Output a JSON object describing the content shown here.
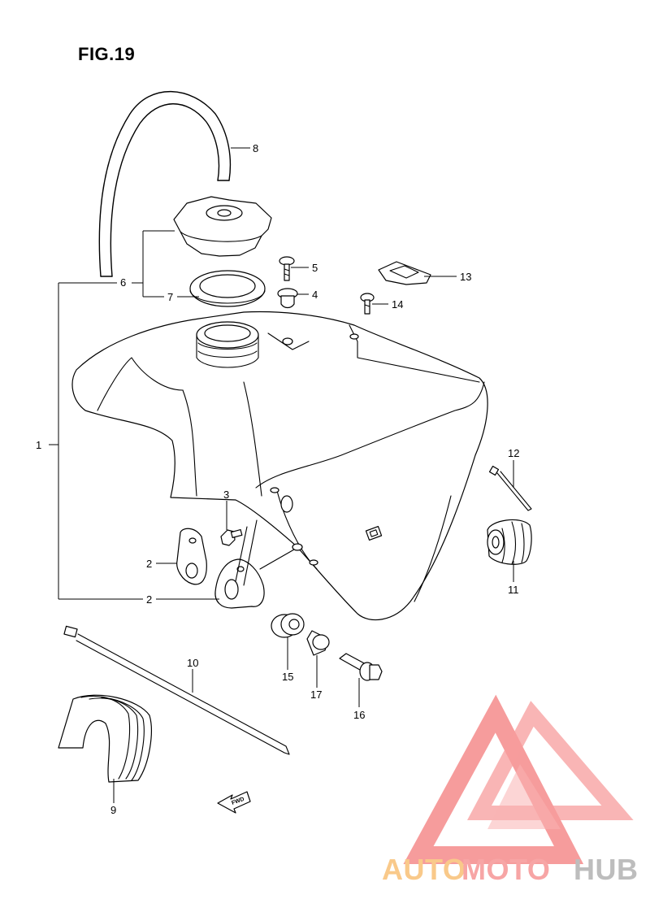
{
  "figure": {
    "title": "FIG.19"
  },
  "callouts": [
    {
      "id": "c1",
      "label": "1"
    },
    {
      "id": "c2a",
      "label": "2"
    },
    {
      "id": "c2b",
      "label": "2"
    },
    {
      "id": "c3",
      "label": "3"
    },
    {
      "id": "c4",
      "label": "4"
    },
    {
      "id": "c5",
      "label": "5"
    },
    {
      "id": "c6",
      "label": "6"
    },
    {
      "id": "c7",
      "label": "7"
    },
    {
      "id": "c8",
      "label": "8"
    },
    {
      "id": "c9",
      "label": "9"
    },
    {
      "id": "c10",
      "label": "10"
    },
    {
      "id": "c11",
      "label": "11"
    },
    {
      "id": "c12",
      "label": "12"
    },
    {
      "id": "c13",
      "label": "13"
    },
    {
      "id": "c14",
      "label": "14"
    },
    {
      "id": "c15",
      "label": "15"
    },
    {
      "id": "c16",
      "label": "16"
    },
    {
      "id": "c17",
      "label": "17"
    }
  ],
  "direction_marker": {
    "label": "FWD"
  },
  "watermark": {
    "word_1": "AUTO",
    "word_2": "MOTO",
    "word_3": "HUB",
    "color_1": "#f9c98a",
    "color_2": "#f7a5a5",
    "color_3": "#bdbdbd",
    "logo_color": "#f58b8b"
  }
}
